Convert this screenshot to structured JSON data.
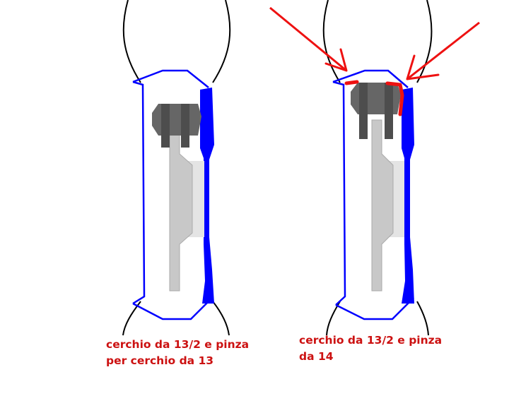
{
  "captions": {
    "left": {
      "line1": "cerchio da 13/2 e pinza",
      "line2": "per cerchio da 13"
    },
    "right": {
      "line1": "cerchio da 13/2 e pinza",
      "line2": "da 14"
    }
  },
  "colors": {
    "caption": "#cc1111",
    "rim": "#0000ff",
    "tyre": "#000000",
    "pad": "#666666",
    "pad_dark": "#4d4d4d",
    "disc": "#c8c8c8",
    "hub": "#e4e4e4",
    "interference": "#ee1111",
    "arrow": "#ee1111"
  }
}
